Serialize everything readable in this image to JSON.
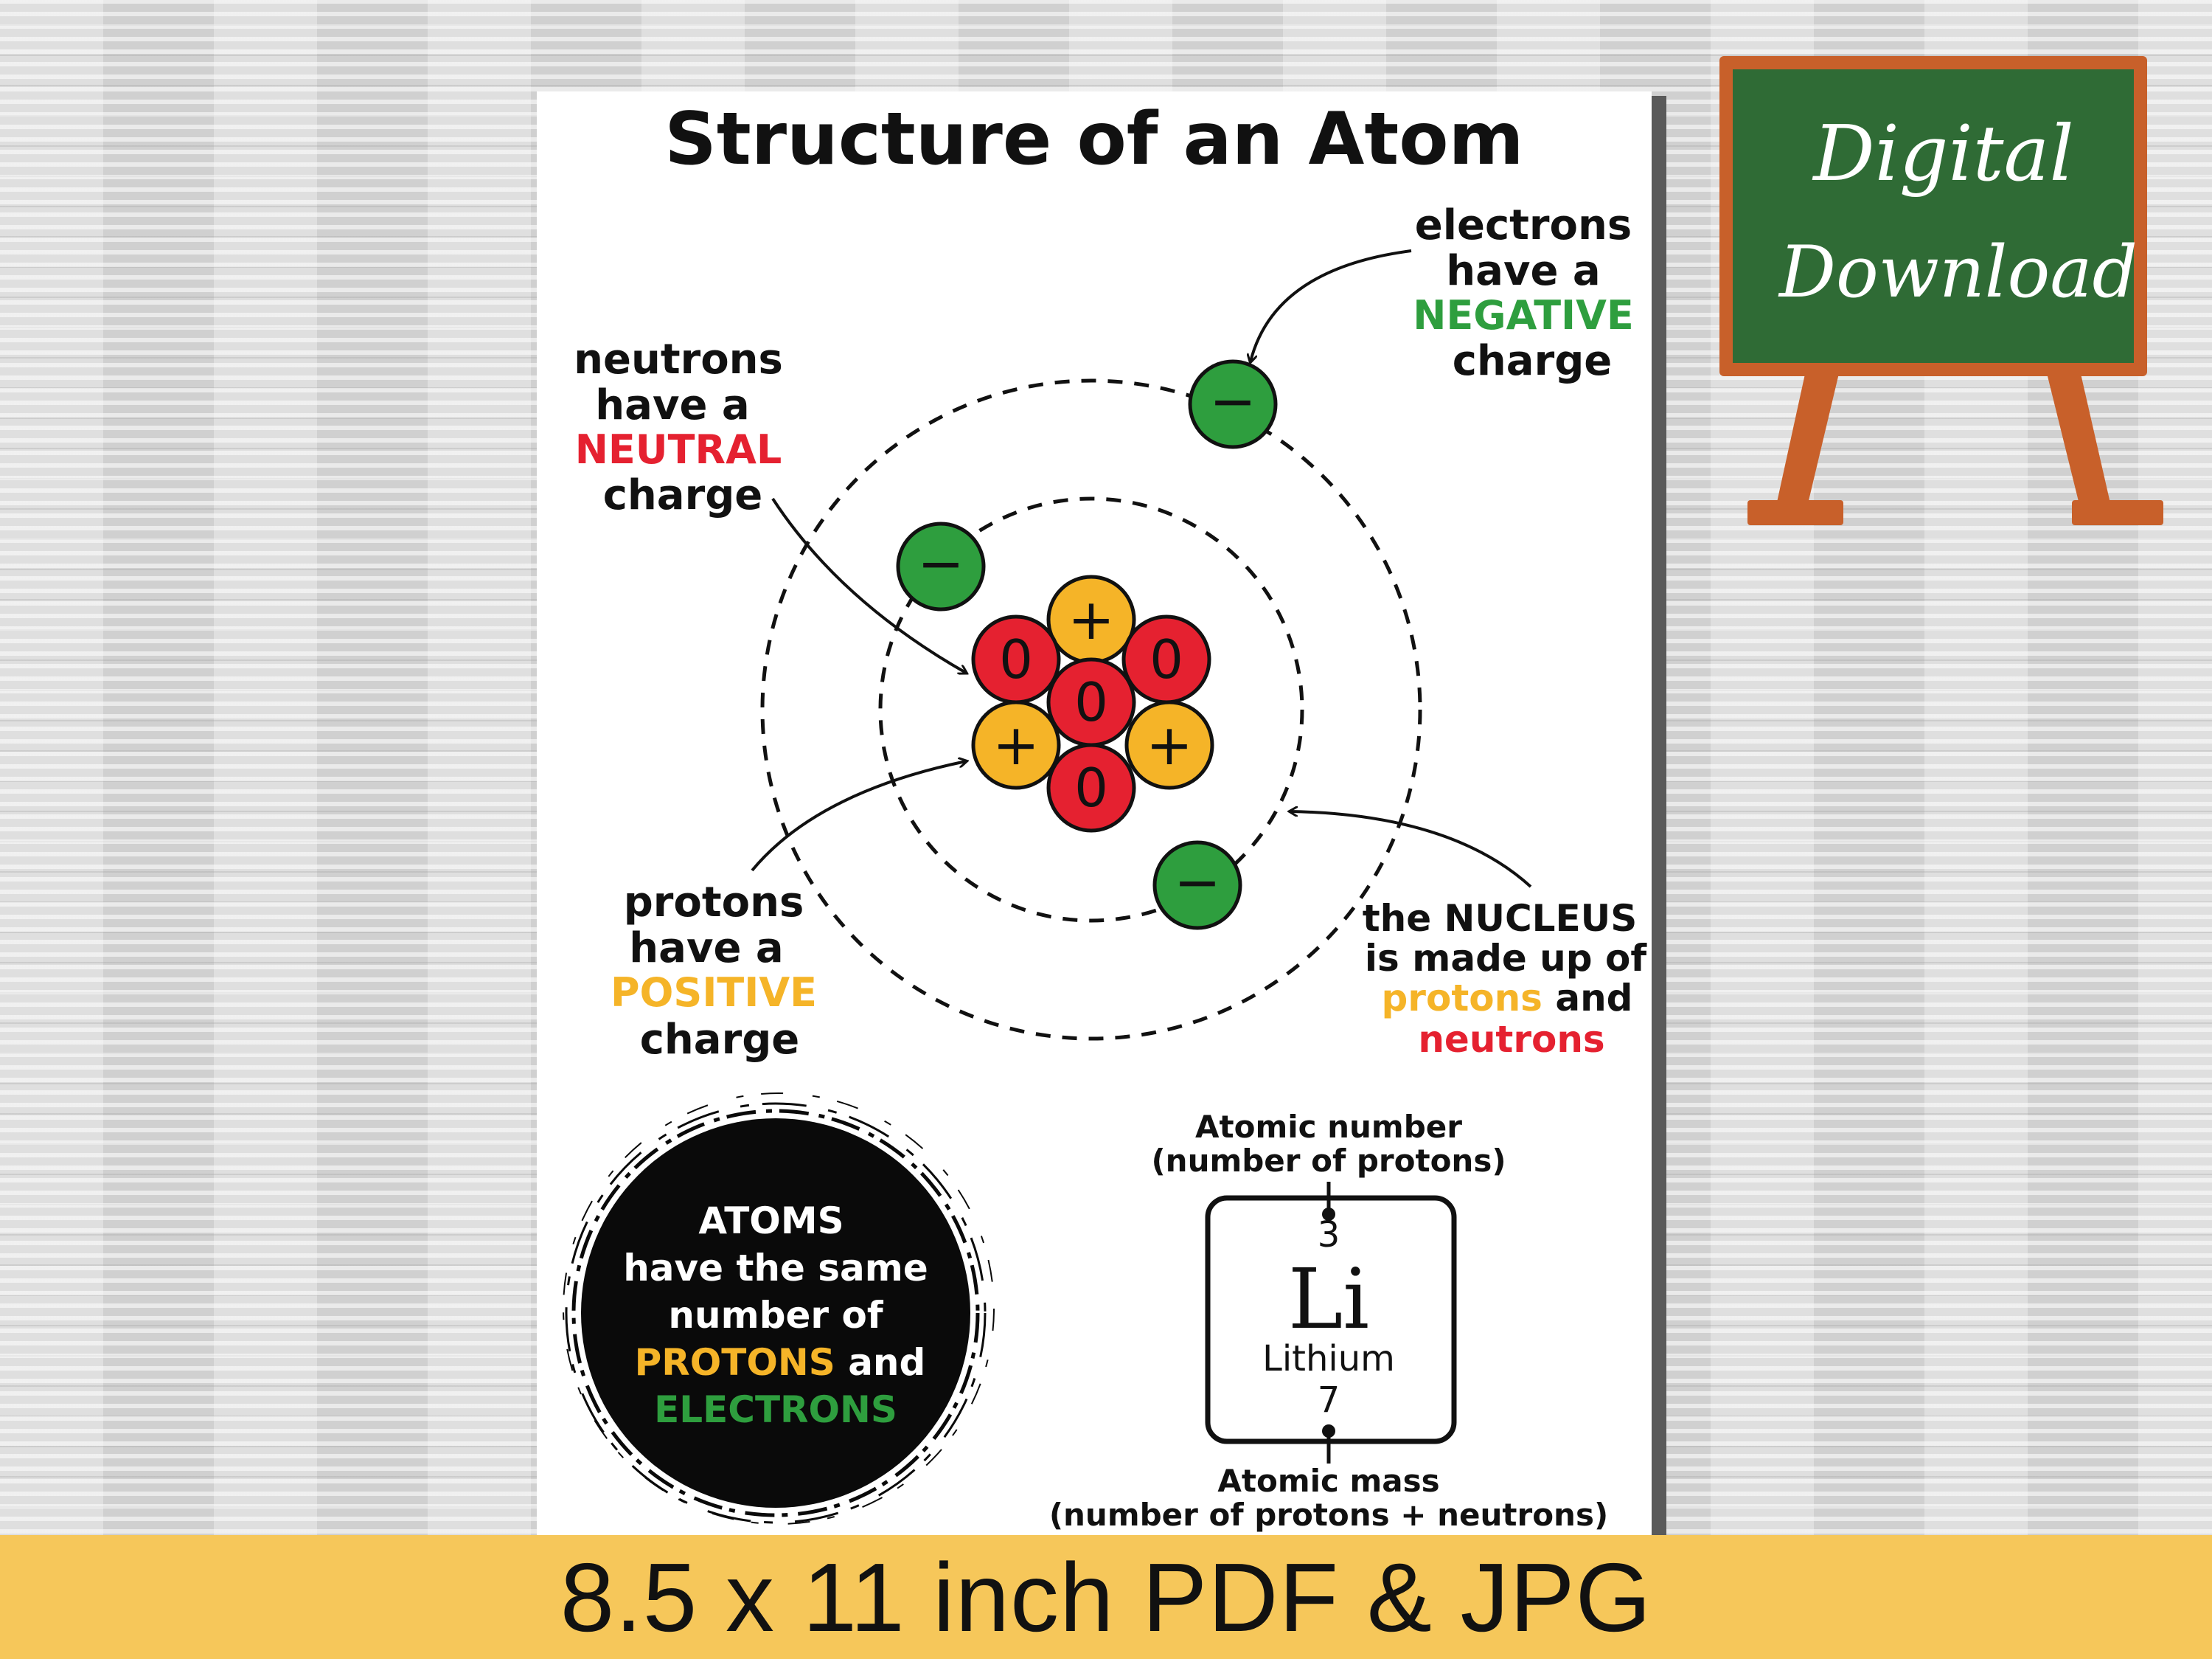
{
  "poster": {
    "title": "Structure of an Atom",
    "electrons_label": {
      "line1": "electrons",
      "line2": "have a",
      "highlight": "NEGATIVE",
      "line4": "charge"
    },
    "neutrons_label": {
      "line1": "neutrons",
      "line2": "have a",
      "highlight": "NEUTRAL",
      "line4": "charge"
    },
    "protons_label": {
      "line1": "protons",
      "line2": "have a",
      "highlight": "POSITIVE",
      "line4": "charge"
    },
    "nucleus_label": {
      "line1": "the NUCLEUS",
      "line2": "is made up of",
      "protons_word": "protons",
      "and_word": " and",
      "neutrons_word": "neutrons"
    },
    "particle_symbols": {
      "electron": "−",
      "proton": "+",
      "neutron": "0"
    },
    "atoms_badge": {
      "line1": "ATOMS",
      "line2": "have the same",
      "line3": "number of",
      "protons_word": "PROTONS",
      "and_word": " and",
      "electrons_word": "ELECTRONS"
    },
    "element_tile": {
      "top_label_1": "Atomic number",
      "top_label_2": "(number of protons)",
      "atomic_number": "3",
      "symbol": "Li",
      "name": "Lithium",
      "mass": "7",
      "bottom_label_1": "Atomic mass",
      "bottom_label_2": "(number of protons + neutrons)"
    }
  },
  "badge": {
    "line1": "Digital",
    "line2": "Download"
  },
  "banner": {
    "text": "8.5 x 11 inch PDF & JPG"
  },
  "colors": {
    "negative": "#2e9e3e",
    "neutral": "#e52130",
    "positive": "#f5b428",
    "chalkboard": "#2f6b35",
    "frame": "#c8602a",
    "banner": "#f6c75a"
  }
}
